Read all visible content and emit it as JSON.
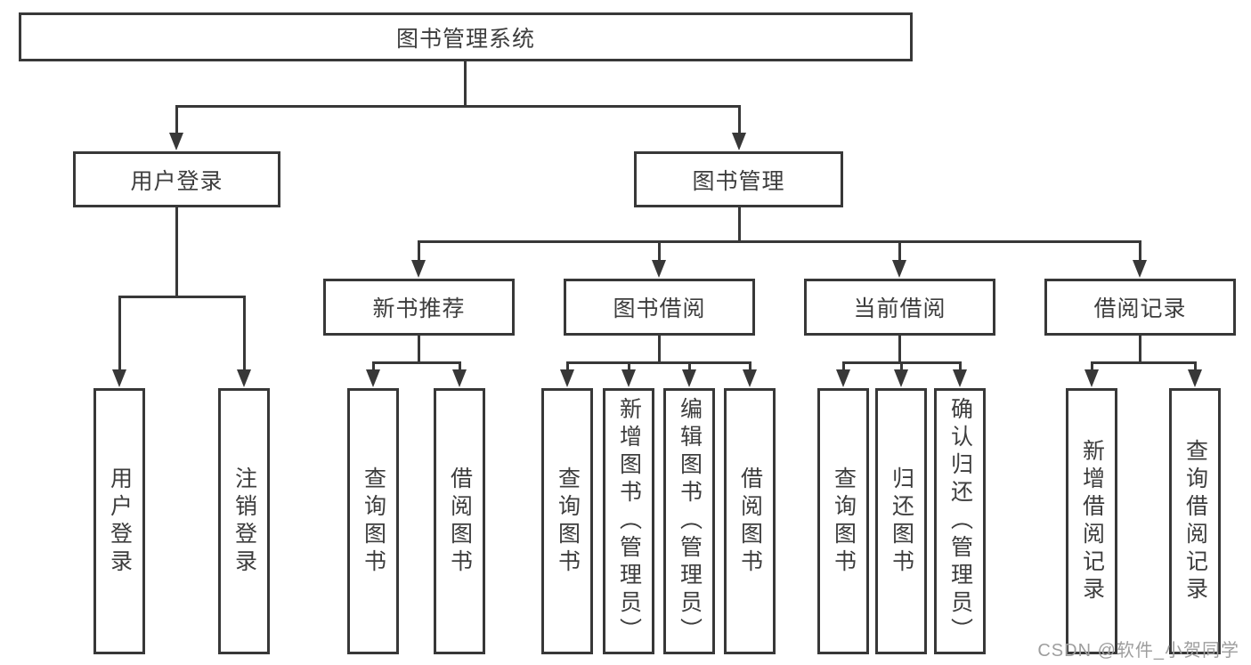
{
  "diagram": {
    "root": "图书管理系统",
    "level2": {
      "user_login": "用户登录",
      "book_mgmt": "图书管理"
    },
    "level3": {
      "new_book_rec": "新书推荐",
      "book_borrow": "图书借阅",
      "current_borrow": "当前借阅",
      "borrow_history": "借阅记录"
    },
    "leaves": {
      "user_login": "用户登录",
      "logout": "注销登录",
      "rec_query_book": "查询图书",
      "rec_borrow_book": "借阅图书",
      "bor_query_book": "查询图书",
      "bor_add_book": "新增图书（管理员）",
      "bor_edit_book": "编辑图书（管理员）",
      "bor_borrow_book": "借阅图书",
      "cur_query_book": "查询图书",
      "cur_return_book": "归还图书",
      "cur_confirm_return": "确认归还（管理员）",
      "his_add_record": "新增借阅记录",
      "his_query_record": "查询借阅记录"
    },
    "watermark": "CSDN @软件_小贺同学",
    "colors": {
      "line": "#383838",
      "text": "#3d3d3d",
      "box_background": "#ffffff",
      "watermark": "#9e9e9e"
    }
  }
}
